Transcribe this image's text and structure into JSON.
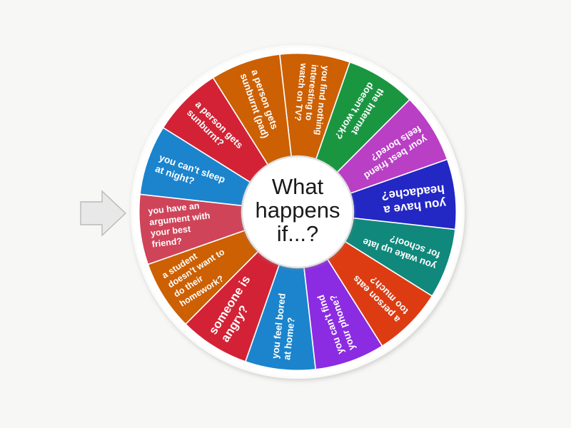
{
  "app": {
    "type": "spinner-wheel",
    "background_color": "#f7f7f5"
  },
  "wheel": {
    "center_label_lines": [
      "What",
      "happens",
      "if...?"
    ],
    "center_label_full": "What happens if...?",
    "center_hub_color": "#ffffff",
    "rim_color": "#ffffff",
    "segment_count": 14,
    "segments": [
      {
        "index": 0,
        "label": "you find nothing interesting to watch on TV?",
        "color": "#cc6003",
        "text_color": "#ffffff"
      },
      {
        "index": 1,
        "label": "the Internet doesn't work?",
        "color": "#1a9641",
        "text_color": "#ffffff"
      },
      {
        "index": 2,
        "label": "your best friend feels bored?",
        "color": "#b93fc4",
        "text_color": "#ffffff"
      },
      {
        "index": 3,
        "label": "you have a headache?",
        "color": "#2327c4",
        "text_color": "#ffffff"
      },
      {
        "index": 4,
        "label": "you wake up late for school?",
        "color": "#11887c",
        "text_color": "#ffffff"
      },
      {
        "index": 5,
        "label": "a person eats too much?",
        "color": "#dd3c12",
        "text_color": "#ffffff"
      },
      {
        "index": 6,
        "label": "you can't find your phone?",
        "color": "#8b2be2",
        "text_color": "#ffffff"
      },
      {
        "index": 7,
        "label": "you feel bored at home?",
        "color": "#1b84cd",
        "text_color": "#ffffff"
      },
      {
        "index": 8,
        "label": "someone is angry?",
        "color": "#d32235",
        "text_color": "#ffffff"
      },
      {
        "index": 9,
        "label": "a student doesn't want to do their homework?",
        "color": "#cc6003",
        "text_color": "#ffffff"
      },
      {
        "index": 10,
        "label": "you have an argument with your best friend?",
        "color": "#cf4459",
        "text_color": "#ffffff"
      },
      {
        "index": 11,
        "label": "you can't sleep at night?",
        "color": "#1b84cd",
        "text_color": "#ffffff"
      },
      {
        "index": 12,
        "label": "a person gets sunburnt?",
        "color": "#d32235",
        "text_color": "#ffffff"
      },
      {
        "index": 13,
        "label": "a person gets sunburnt (pad)",
        "color": "#cc6003",
        "text_color": "#ffffff"
      }
    ]
  },
  "pointer": {
    "name": "wheel-pointer-arrow",
    "direction": "right",
    "fill_color": "#e8e8e8",
    "stroke_color": "#b9b9b9"
  }
}
